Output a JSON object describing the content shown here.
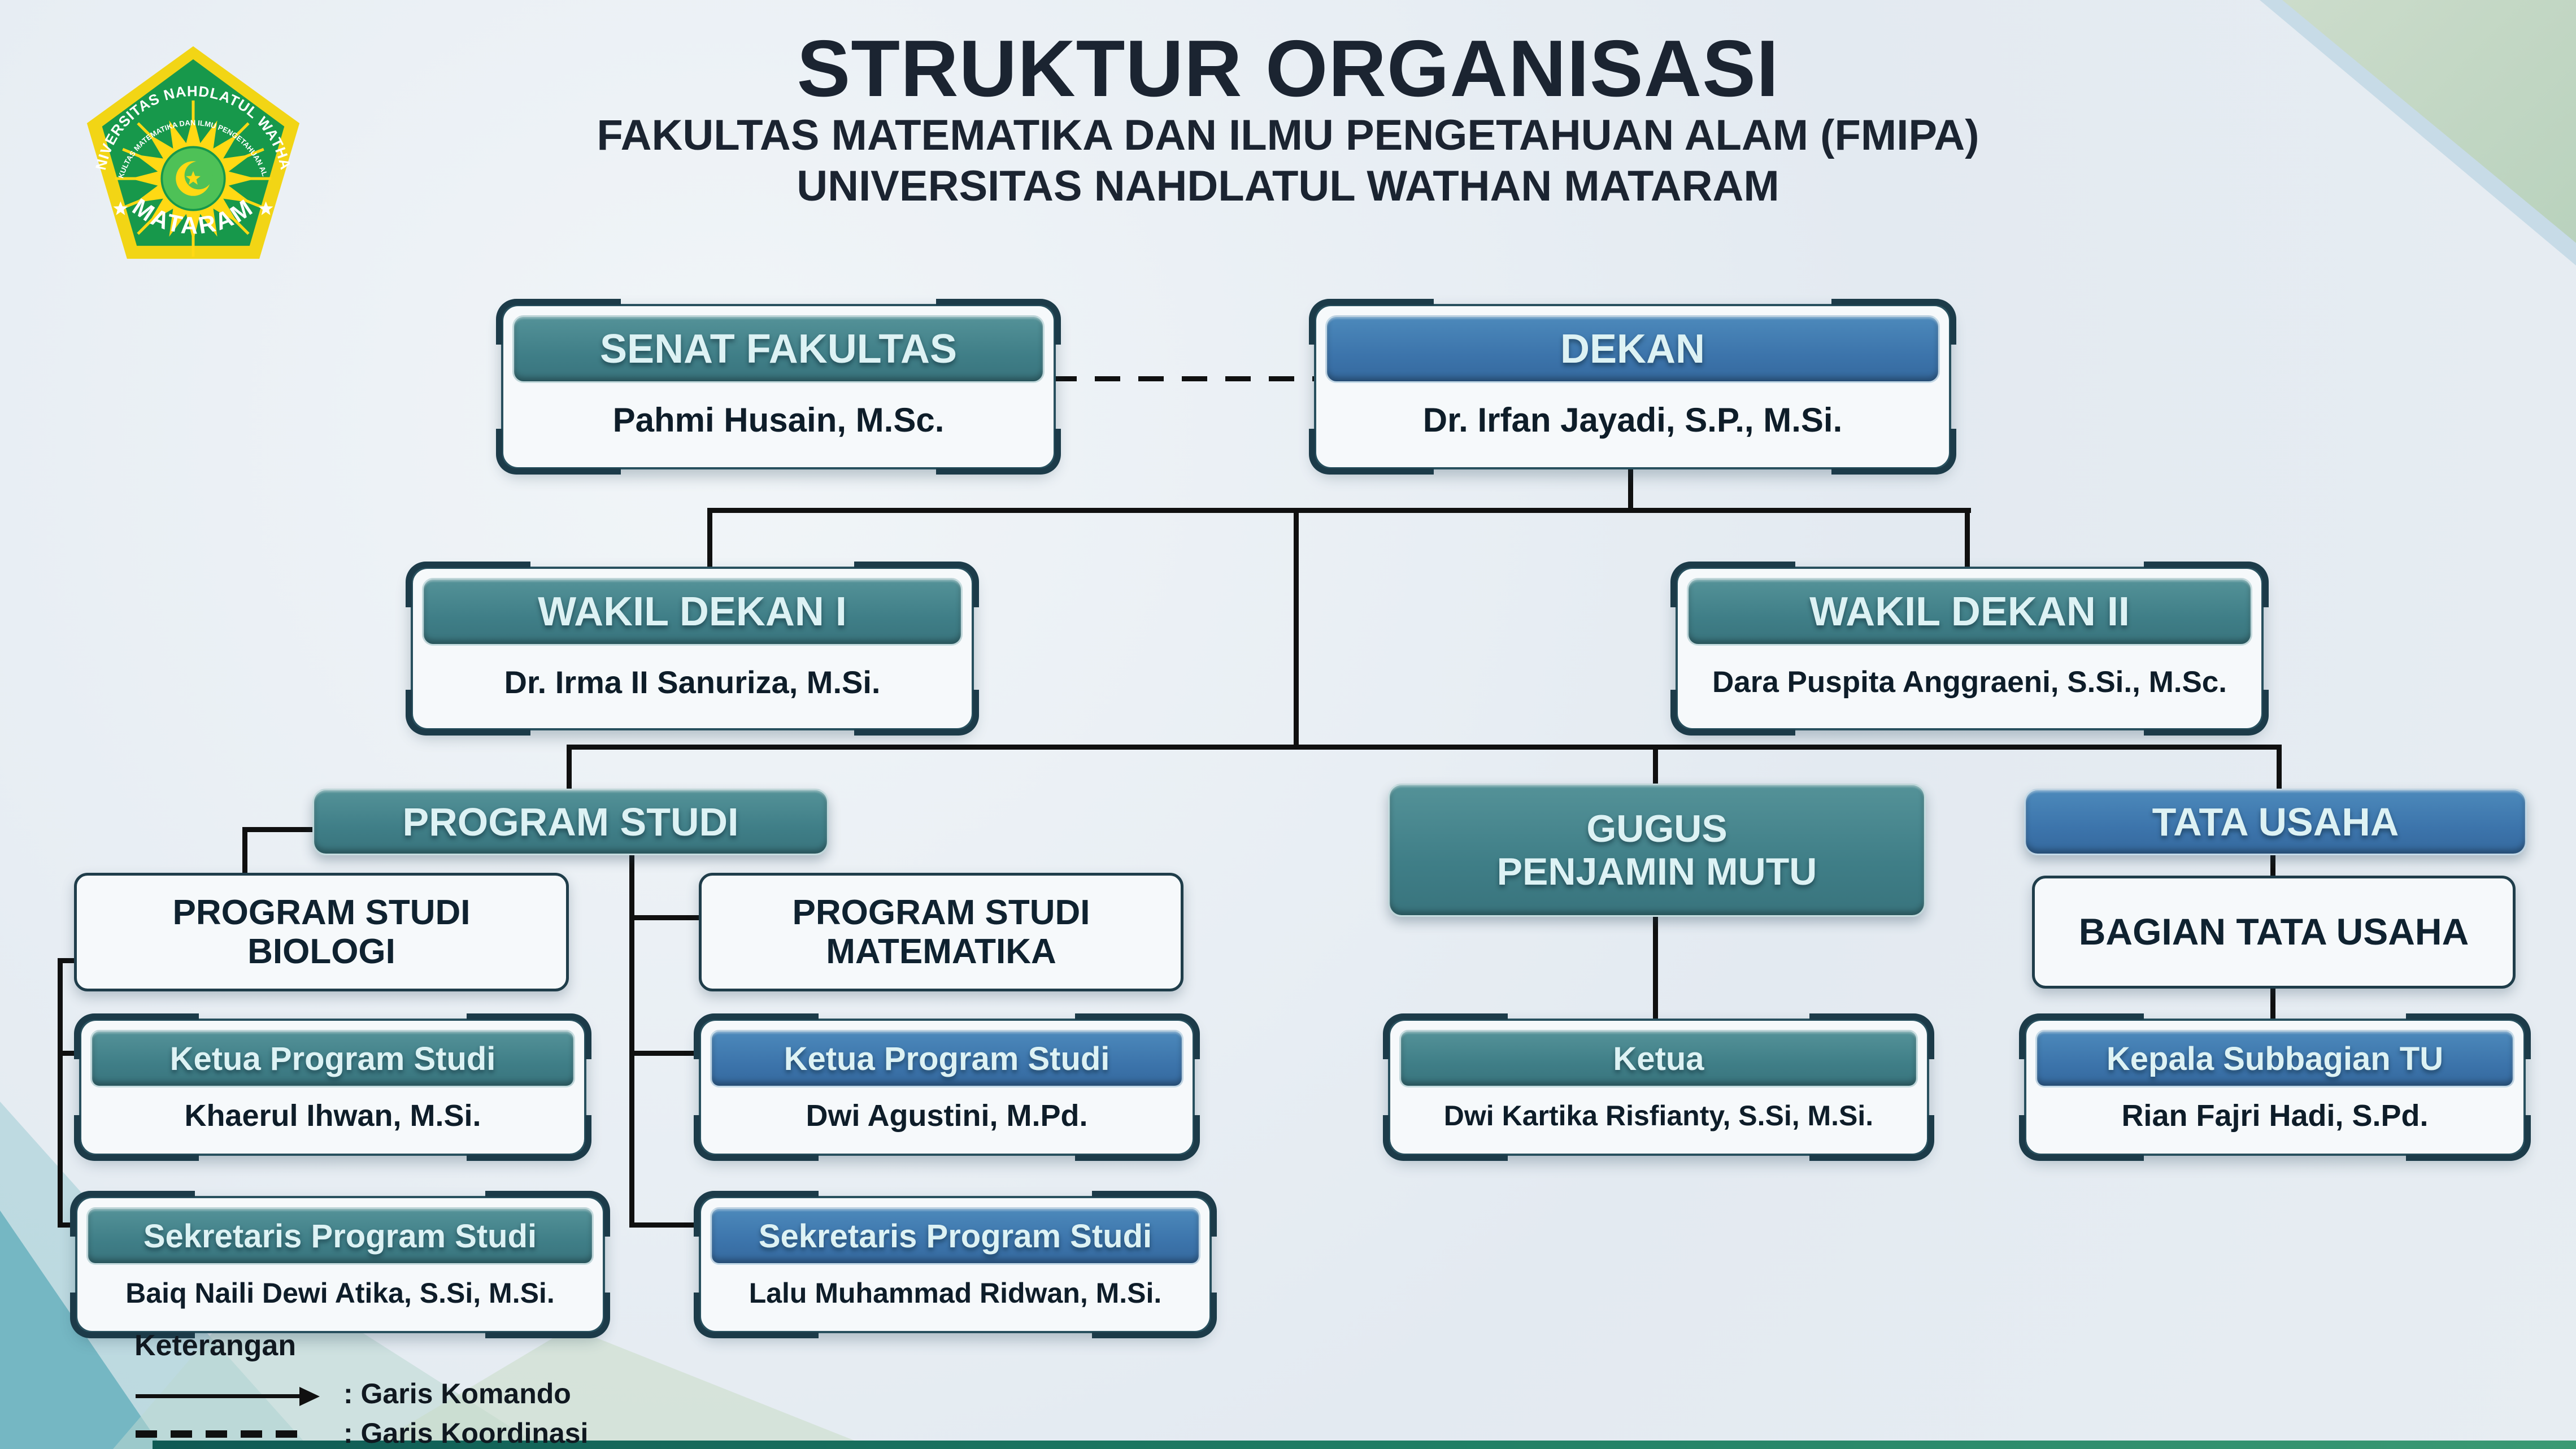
{
  "page": {
    "title_line1": "STRUKTUR ORGANISASI",
    "title_line2": "FAKULTAS MATEMATIKA DAN ILMU PENGETAHUAN ALAM (FMIPA)",
    "title_line3": "UNIVERSITAS NAHDLATUL WATHAN MATARAM"
  },
  "logo": {
    "arc_top": "UNIVERSITAS NAHDLATUL WATHAN",
    "arc_inner": "FAKULTAS MATEMATIKA DAN ILMU PENGETAHUAN ALAM",
    "city": "MATARAM"
  },
  "nodes": {
    "senat": {
      "label": "SENAT FAKULTAS",
      "name": "Pahmi Husain, M.Sc."
    },
    "dekan": {
      "label": "DEKAN",
      "name": "Dr. Irfan Jayadi, S.P., M.Si."
    },
    "wadek1": {
      "label": "WAKIL DEKAN I",
      "name": "Dr. Irma II Sanuriza, M.Si."
    },
    "wadek2": {
      "label": "WAKIL DEKAN II",
      "name": "Dara Puspita Anggraeni, S.Si., M.Sc."
    },
    "prodi": {
      "label": "PROGRAM STUDI"
    },
    "biologi": {
      "line1": "PROGRAM STUDI",
      "line2": "BIOLOGI"
    },
    "matematika": {
      "line1": "PROGRAM STUDI",
      "line2": "MATEMATIKA"
    },
    "kaprodi_biologi": {
      "label": "Ketua Program Studi",
      "name": "Khaerul Ihwan, M.Si."
    },
    "sekprodi_biologi": {
      "label": "Sekretaris Program Studi",
      "name": "Baiq Naili Dewi Atika, S.Si, M.Si."
    },
    "kaprodi_matematika": {
      "label": "Ketua Program Studi",
      "name": "Dwi Agustini, M.Pd."
    },
    "sekprodi_matematika": {
      "label": "Sekretaris Program Studi",
      "name": "Lalu Muhammad Ridwan, M.Si."
    },
    "gugus": {
      "line1": "GUGUS",
      "line2": "PENJAMIN MUTU"
    },
    "ketua_gugus": {
      "label": "Ketua",
      "name": "Dwi Kartika Risfianty, S.Si, M.Si."
    },
    "tata_usaha": {
      "label": "TATA USAHA"
    },
    "bagian_tu": {
      "label": "BAGIAN TATA USAHA"
    },
    "kasubbag_tu": {
      "label": "Kepala Subbagian TU",
      "name": "Rian Fajri Hadi, S.Pd."
    }
  },
  "legend": {
    "heading": "Keterangan",
    "komando": ": Garis Komando",
    "koordinasi": ": Garis Koordinasi"
  },
  "colors": {
    "teal": "#3f7e87",
    "blue": "#3c74ab",
    "line": "#101010"
  }
}
